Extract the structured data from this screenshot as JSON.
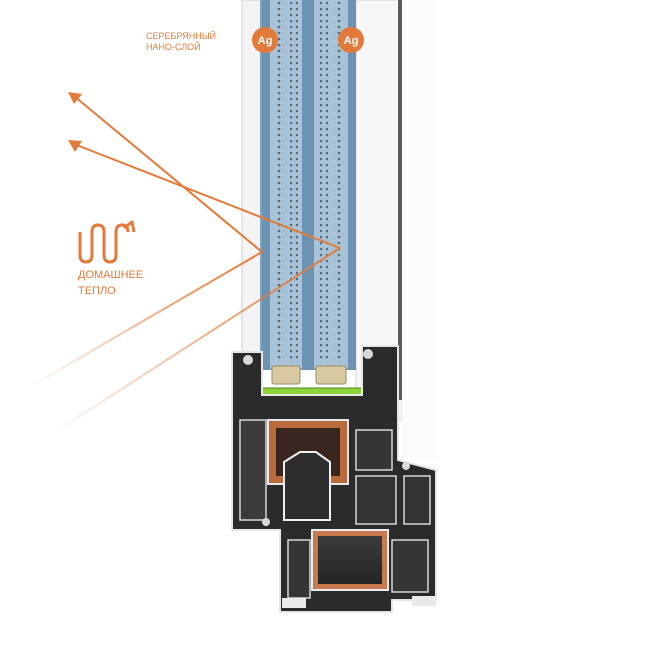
{
  "labels": {
    "silver_layer_line1": "СЕРЕБРЯННЫЙ",
    "silver_layer_line2": "НАНО-СЛОЙ",
    "home_heat_line1": "ДОМАШНЕЕ",
    "home_heat_line2": "ТЕПЛО"
  },
  "badges": [
    "Ag",
    "Ag"
  ],
  "icons": {
    "heat": "radiator-wave-icon",
    "arrow": "heat-reflection-arrow"
  },
  "colors": {
    "accent": "#e27a3a",
    "glass": "#8fb4cf",
    "spacer": "#d9c9a0",
    "gasket": "#8cd43c",
    "frame_dark": "#2b2b2b",
    "steel": "#b86a3c"
  }
}
